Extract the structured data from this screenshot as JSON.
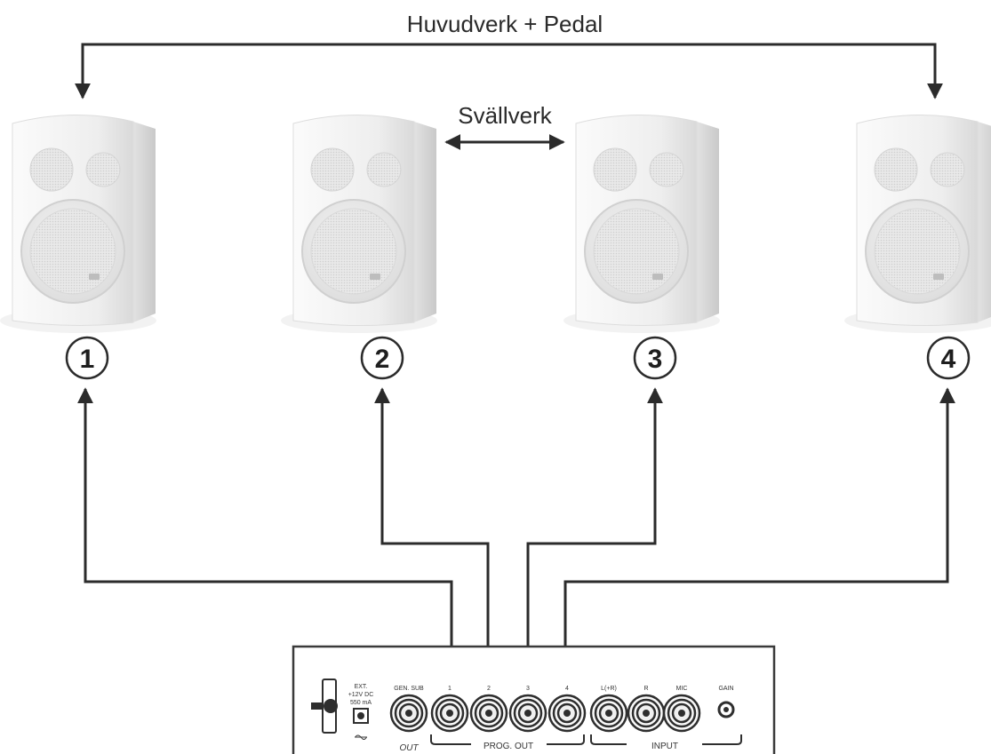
{
  "title": "Huvudverk + Pedal",
  "swell_label": "Svällverk",
  "speakers": [
    {
      "number": "1"
    },
    {
      "number": "2"
    },
    {
      "number": "3"
    },
    {
      "number": "4"
    }
  ],
  "panel": {
    "ext_power": [
      "EXT.",
      "+12V DC",
      "550 mA"
    ],
    "jack_labels": [
      "GEN. SUB",
      "1",
      "2",
      "3",
      "4",
      "L(+R)",
      "R",
      "MIC",
      "GAIN"
    ],
    "group_out": "OUT",
    "group_prog_out": "PROG. OUT",
    "group_input": "INPUT"
  },
  "colors": {
    "line": "#2b2b2b",
    "speaker_body": "#f2f2f2",
    "speaker_shadow": "#d7d7d7",
    "panel_border": "#3a3a3a"
  }
}
